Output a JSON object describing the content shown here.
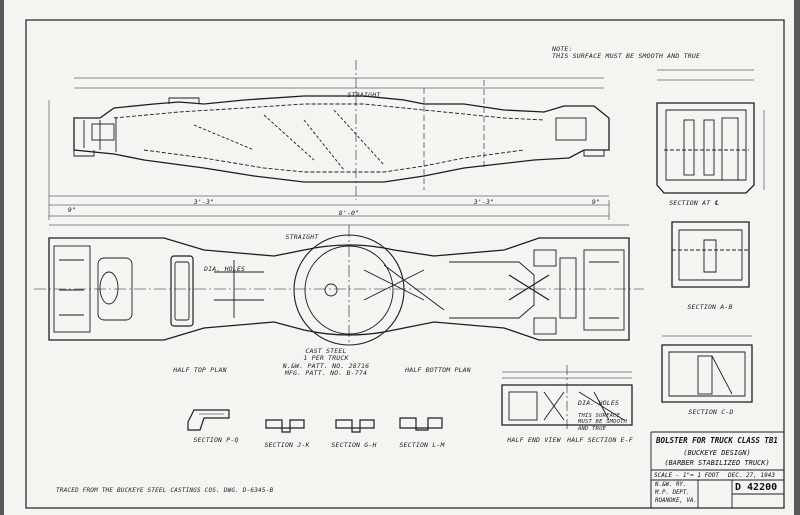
{
  "drawing": {
    "note": "NOTE:\nTHIS SURFACE MUST BE SMOOTH AND TRUE",
    "views": {
      "half_top_plan": "HALF TOP PLAN",
      "half_bottom_plan": "HALF BOTTOM PLAN",
      "section_at_center": "SECTION AT ℄",
      "section_ab": "SECTION A-B",
      "section_cd": "SECTION C-D",
      "section_pq": "SECTION P-Q",
      "section_jk": "SECTION J-K",
      "section_gh": "SECTION G-H",
      "section_lm": "SECTION L-M",
      "half_end_view": "HALF END VIEW",
      "half_section_ef": "HALF SECTION E-F"
    },
    "material_note": "CAST STEEL\n1 PER TRUCK\nN.&W. PATT. NO. 28716\nMFG. PATT. NO. B-774",
    "dimensions": {
      "overall": "8'-0\"",
      "half_left": "3'-3\"",
      "half_right": "3'-3\"",
      "end_left": "9\"",
      "end_right": "9\"",
      "straight": "STRAIGHT"
    },
    "hole_note": "DIA. HOLES",
    "surface_note": "THIS SURFACE MUST BE SMOOTH AND TRUE",
    "traced_note": "TRACED FROM THE BUCKEYE STEEL CASTINGS COS. DWG. D-6345-B"
  },
  "title_block": {
    "title": "BOLSTER FOR TRUCK CLASS TB1",
    "subtitle_1": "(BUCKEYE DESIGN)",
    "subtitle_2": "(BARBER STABILIZED TRUCK)",
    "scale": "SCALE - 1\"= 1 FOOT",
    "date": "DEC. 27, 1943",
    "railway": "N.&W. RY.",
    "dept": "M.P. DEPT.",
    "location": "ROANOKE, VA.",
    "drawing_number": "D 42200"
  }
}
